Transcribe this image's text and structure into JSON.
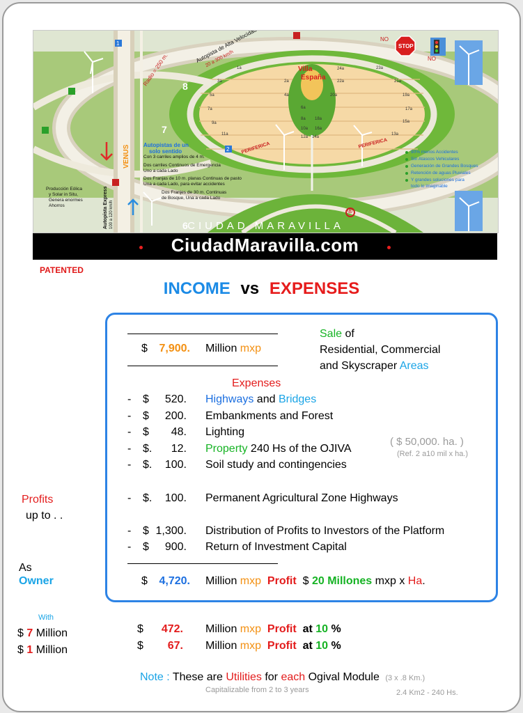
{
  "banner": {
    "site_name": "CiudadMaravilla.com",
    "city_label": "CIUDAD MARAVILLA",
    "registered": "®",
    "villa_label_1": "Villa",
    "villa_label_2": "España",
    "venus_label": "VENUS",
    "highway_label": "Autopista de Alta Velocidad",
    "highway_sub": "20 a 300 km/h",
    "radius_label": "Radio = 250 m.",
    "number_8": "8",
    "number_7": "7",
    "number_6": "6",
    "marker_1": "1",
    "marker_2": "2",
    "periferica_1": "PERIFERICA",
    "periferica_2": "PERIFERICA",
    "no_label_1": "NO",
    "no_label_2": "NO",
    "stop_label": "STOP",
    "autopistas_title_1": "Autopistas de un",
    "autopistas_title_2": "solo sentido",
    "desc_1": "Con 3 carriles amplios de 4 m.",
    "desc_2": "Dos carriles Continuos de Emergencia",
    "desc_3": "Uno a cada Lado",
    "desc_4": "Dos Franjas de 10 m. planas Continuas de pasto",
    "desc_5": "Una a cada Lado, para evitar accidentes",
    "desc_6": "Dos Franjes de 30 m. Continuas",
    "desc_7": "de Bosque, Una a cada Lado",
    "eolic_1": "Producción Eólica",
    "eolic_2": "y Solar in Situ,",
    "eolic_3": "Genera enormes",
    "eolic_4": "Ahorros",
    "express_label": "Autopista Express",
    "express_sub": "100 a 120 km/h",
    "benefits": [
      "90% menos Accidentes",
      "Sin Atascos Vehiculares",
      "Generación de Grandes Bosques",
      "Retención de aguas Pluviales",
      "Y grandes soluciones para",
      "todo lo imaginable"
    ],
    "lots_left": [
      "1a",
      "3a",
      "5a",
      "7a",
      "9a",
      "11a"
    ],
    "lots_right": [
      "23a",
      "21a",
      "19a",
      "17a",
      "15a",
      "13a"
    ],
    "lots_mid": [
      "2a",
      "4a",
      "6a",
      "8a",
      "10a",
      "12a",
      "14a",
      "16a",
      "18a",
      "20a",
      "22a",
      "24a"
    ]
  },
  "patented": "PATENTED",
  "title": {
    "income": "INCOME",
    "vs": "vs",
    "expenses": "EXPENSES"
  },
  "sale": {
    "currency": "$",
    "amount": "7,900.",
    "million": "Million",
    "mxp": "mxp",
    "sale_word": "Sale",
    "of_word": "of",
    "line2": "Residential, Commercial",
    "line3_a": "and Skyscraper",
    "line3_b": "Areas"
  },
  "expenses_heading": "Expenses",
  "expenses": [
    {
      "dash": "-",
      "cur": "$",
      "amount": "520.",
      "desc_a": "Highways",
      "desc_mid": " and ",
      "desc_b": "Bridges"
    },
    {
      "dash": "-",
      "cur": "$",
      "amount": "200.",
      "desc": "Embankments and Forest"
    },
    {
      "dash": "-",
      "cur": "$",
      "amount": "48.",
      "desc": "Lighting"
    },
    {
      "dash": "-",
      "cur": "$.",
      "amount": "12.",
      "desc_a": "Property",
      "desc_b": " 240 Hs of the OJIVA"
    },
    {
      "dash": "-",
      "cur": "$.",
      "amount": "100.",
      "desc": "Soil study and contingencies"
    },
    {
      "dash": "-",
      "cur": "$.",
      "amount": "100.",
      "desc": "Permanent Agricultural Zone Highways"
    },
    {
      "dash": "-",
      "cur": "$",
      "amount": "1,300.",
      "desc": "Distribution of Profits to Investors of the Platform"
    },
    {
      "dash": "-",
      "cur": "$",
      "amount": "900.",
      "desc": "Return of Investment Capital"
    }
  ],
  "price_note": {
    "main": "( $ 50,000. ha. )",
    "sub": "(Ref. 2 a10 mil x ha.)"
  },
  "profits_label": {
    "line1": "Profits",
    "line2": "up to . ."
  },
  "owner_label": {
    "line1": "As",
    "line2": "Owner"
  },
  "owner_row": {
    "cur": "$",
    "amount": "4,720.",
    "million": "Million",
    "mxp": "mxp",
    "profit": "Profit",
    "cur2": "$",
    "per_ha": "20 Millones",
    "mxp2": "mxp x",
    "ha": "Ha",
    "dot": "."
  },
  "with_label": {
    "with": "With",
    "line1_cur": "$",
    "line1_num": "7",
    "line1_word": "Million",
    "line2_cur": "$",
    "line2_num": "1",
    "line2_word": "Million"
  },
  "with_rows": [
    {
      "cur": "$",
      "amount": "472.",
      "million": "Million",
      "mxp": "mxp",
      "profit": "Profit",
      "at": "at",
      "pct": "10",
      "pct_sign": "%"
    },
    {
      "cur": "$",
      "amount": "67.",
      "million": "Million",
      "mxp": "mxp",
      "profit": "Profit",
      "at": "at",
      "pct": "10",
      "pct_sign": "%"
    }
  ],
  "note": {
    "label": "Note",
    "colon": " :",
    "text_a": " These are ",
    "utilities": "Utilities",
    "text_b": " for ",
    "each": "each",
    "text_c": " Ogival Module",
    "dims": "(3 x .8 Km.)",
    "sub": "Capitalizable from 2 to 3 years",
    "area": "2.4 Km2  -  240 Hs."
  }
}
